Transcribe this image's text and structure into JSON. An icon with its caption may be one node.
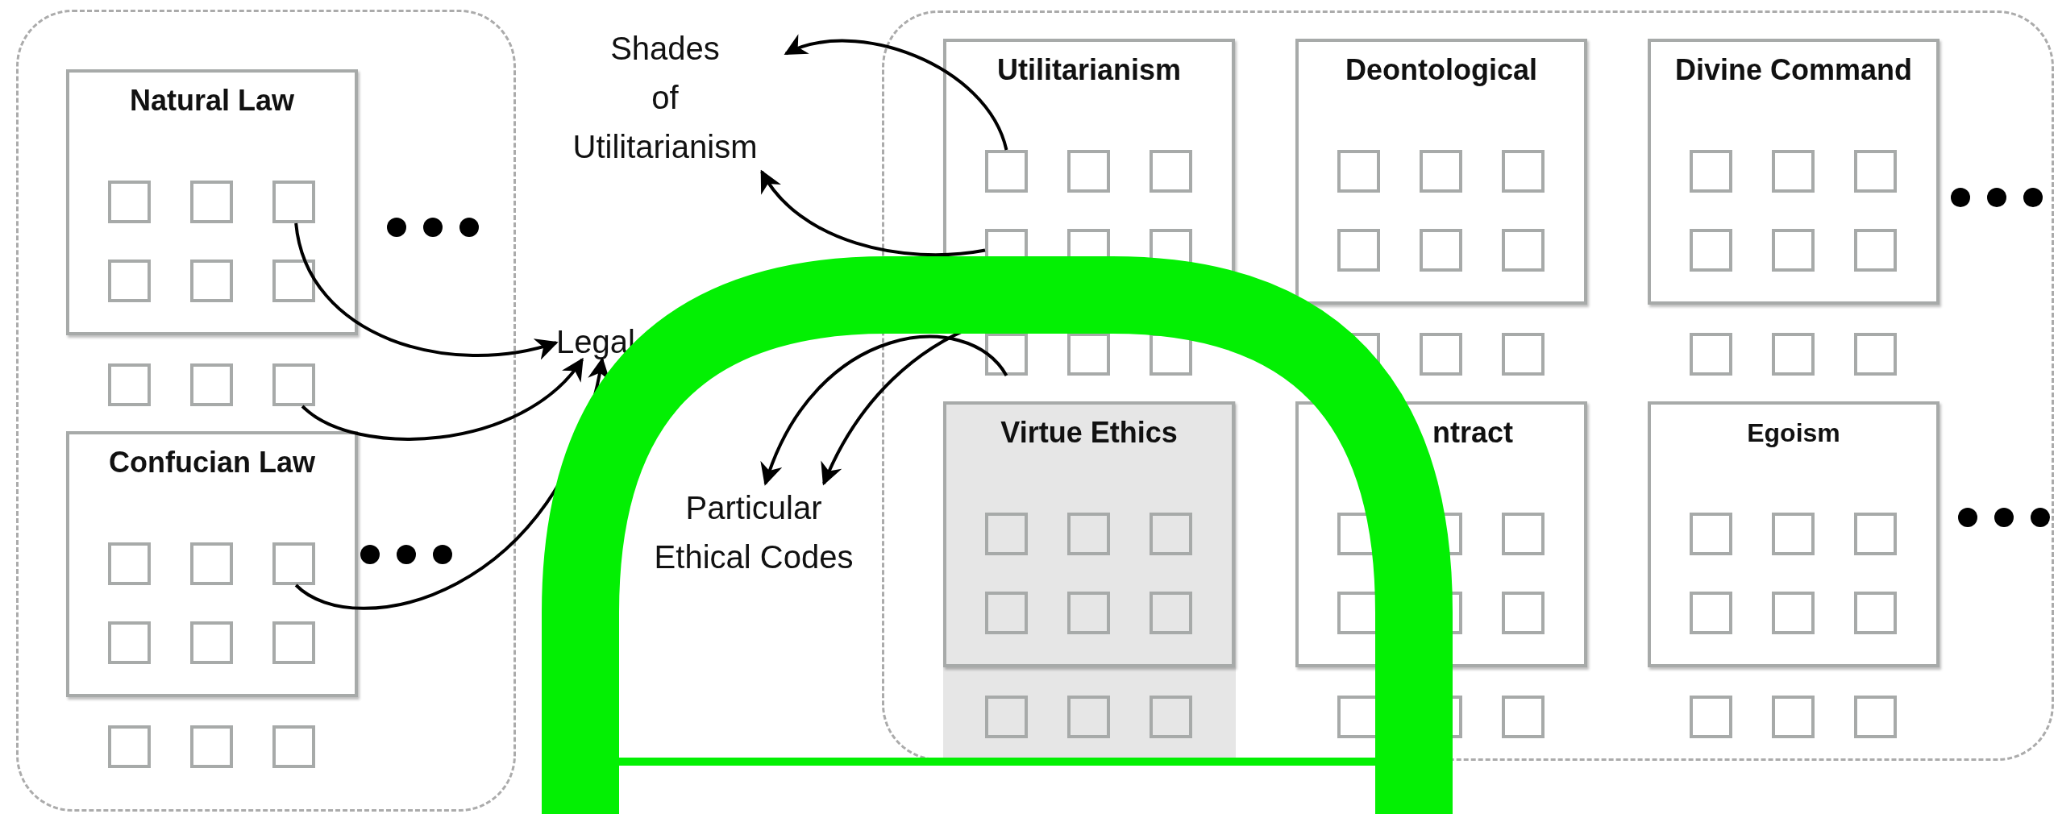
{
  "diagram": {
    "nodes": [
      {
        "text": [],
        "shape": "box"
      },
      {
        "text": [
          "Natural Law"
        ],
        "in": 0
      },
      {
        "text": [],
        "shape": "box",
        "in": 1
      },
      {
        "text": [],
        "shape": "box",
        "in": 1
      },
      {
        "text": [],
        "shape": "box",
        "in": 1
      },
      {
        "text": [],
        "shape": "box",
        "in": 1
      },
      {
        "text": [],
        "shape": "box",
        "in": 1
      },
      {
        "text": [],
        "shape": "box",
        "in": 1
      },
      {
        "text": [],
        "shape": "box",
        "in": 0
      },
      {
        "text": [],
        "shape": "box",
        "in": 0
      },
      {
        "text": [],
        "shape": "box",
        "in": 0
      },
      {
        "text": [
          "Confucian Law"
        ],
        "in": 0
      },
      {
        "text": [],
        "shape": "box",
        "in": 11
      },
      {
        "text": [],
        "shape": "box",
        "in": 11
      },
      {
        "text": [],
        "shape": "box",
        "in": 11
      },
      {
        "text": [],
        "shape": "box",
        "in": 11
      },
      {
        "text": [],
        "shape": "box",
        "in": 11
      },
      {
        "text": [],
        "shape": "box",
        "in": 11
      },
      {
        "text": [],
        "shape": "box",
        "in": 0
      },
      {
        "text": [],
        "shape": "box",
        "in": 0
      },
      {
        "text": [],
        "shape": "box",
        "in": 0
      },
      {
        "text": [
          "Shades of Utilitarianism"
        ]
      },
      {
        "text": [
          "Legal"
        ]
      },
      {
        "text": [
          "Particular Ethical Codes"
        ]
      },
      {
        "text": [],
        "shape": "box"
      },
      {
        "text": [
          "Utilitarianism"
        ],
        "in": 24
      },
      {
        "text": [],
        "shape": "box",
        "in": 25
      },
      {
        "text": [],
        "shape": "box",
        "in": 25
      },
      {
        "text": [],
        "shape": "box",
        "in": 25
      },
      {
        "text": [],
        "shape": "box",
        "in": 25
      },
      {
        "text": [],
        "shape": "box",
        "in": 25
      },
      {
        "text": [],
        "shape": "box",
        "in": 25
      },
      {
        "text": [],
        "shape": "box",
        "in": 24
      },
      {
        "text": [],
        "shape": "box",
        "in": 24
      },
      {
        "text": [],
        "shape": "box",
        "in": 24
      },
      {
        "text": [
          "Deontological"
        ],
        "in": 24
      },
      {
        "text": [],
        "shape": "box",
        "in": 35
      },
      {
        "text": [],
        "shape": "box",
        "in": 35
      },
      {
        "text": [],
        "shape": "box",
        "in": 35
      },
      {
        "text": [],
        "shape": "box",
        "in": 35
      },
      {
        "text": [],
        "shape": "box",
        "in": 35
      },
      {
        "text": [],
        "shape": "box",
        "in": 35
      },
      {
        "text": [],
        "shape": "box",
        "in": 24
      },
      {
        "text": [],
        "shape": "box",
        "in": 24
      },
      {
        "text": [],
        "shape": "box",
        "in": 24
      },
      {
        "text": [
          "Divine Command"
        ],
        "in": 24
      },
      {
        "text": [],
        "shape": "box",
        "in": 45
      },
      {
        "text": [],
        "shape": "box",
        "in": 45
      },
      {
        "text": [],
        "shape": "box",
        "in": 45
      },
      {
        "text": [],
        "shape": "box",
        "in": 45
      },
      {
        "text": [],
        "shape": "box",
        "in": 45
      },
      {
        "text": [],
        "shape": "box",
        "in": 45
      },
      {
        "text": [],
        "shape": "box",
        "in": 24
      },
      {
        "text": [],
        "shape": "box",
        "in": 24
      },
      {
        "text": [],
        "shape": "box",
        "in": 24
      },
      {
        "text": [],
        "shape": "box",
        "in": 24
      },
      {
        "text": [
          "Virtue Ethics"
        ],
        "in": 55
      },
      {
        "text": [],
        "shape": "box",
        "in": 56
      },
      {
        "text": [],
        "shape": "box",
        "in": 56
      },
      {
        "text": [],
        "shape": "box",
        "in": 56
      },
      {
        "text": [],
        "shape": "box",
        "in": 56
      },
      {
        "text": [],
        "shape": "box",
        "in": 56
      },
      {
        "text": [],
        "shape": "box",
        "in": 56
      },
      {
        "text": [],
        "shape": "box",
        "in": 55
      },
      {
        "text": [],
        "shape": "box",
        "in": 55
      },
      {
        "text": [],
        "shape": "box",
        "in": 55
      },
      {
        "text": [
          "ntract"
        ],
        "in": 24
      },
      {
        "text": [],
        "shape": "box",
        "in": 66
      },
      {
        "text": [],
        "shape": "box",
        "in": 66
      },
      {
        "text": [],
        "shape": "box",
        "in": 66
      },
      {
        "text": [],
        "shape": "box",
        "in": 66
      },
      {
        "text": [],
        "shape": "box",
        "in": 66
      },
      {
        "text": [],
        "shape": "box",
        "in": 66
      },
      {
        "text": [],
        "shape": "box",
        "in": 24
      },
      {
        "text": [],
        "shape": "box",
        "in": 24
      },
      {
        "text": [],
        "shape": "box",
        "in": 24
      },
      {
        "text": [
          "Egoism"
        ],
        "in": 24
      },
      {
        "text": [],
        "shape": "box",
        "in": 76
      },
      {
        "text": [],
        "shape": "box",
        "in": 76
      },
      {
        "text": [],
        "shape": "box",
        "in": 76
      },
      {
        "text": [],
        "shape": "box",
        "in": 76
      },
      {
        "text": [],
        "shape": "box",
        "in": 76
      },
      {
        "text": [],
        "shape": "box",
        "in": 76
      },
      {
        "text": [],
        "shape": "box",
        "in": 24
      },
      {
        "text": [],
        "shape": "box",
        "in": 24
      },
      {
        "text": [],
        "shape": "box",
        "in": 24
      }
    ],
    "edges": [
      {
        "from": 4,
        "to": 22,
        "arrow": "to"
      },
      {
        "from": 10,
        "to": 22,
        "arrow": "to"
      },
      {
        "from": 14,
        "to": 22,
        "arrow": "to"
      },
      {
        "from": 26,
        "to": 21,
        "arrow": "to"
      },
      {
        "from": 29,
        "to": 21,
        "arrow": "to"
      },
      {
        "from": 32,
        "to": 23,
        "arrow": "to"
      },
      {
        "from": 33,
        "to": 23,
        "arrow": "to"
      }
    ]
  }
}
